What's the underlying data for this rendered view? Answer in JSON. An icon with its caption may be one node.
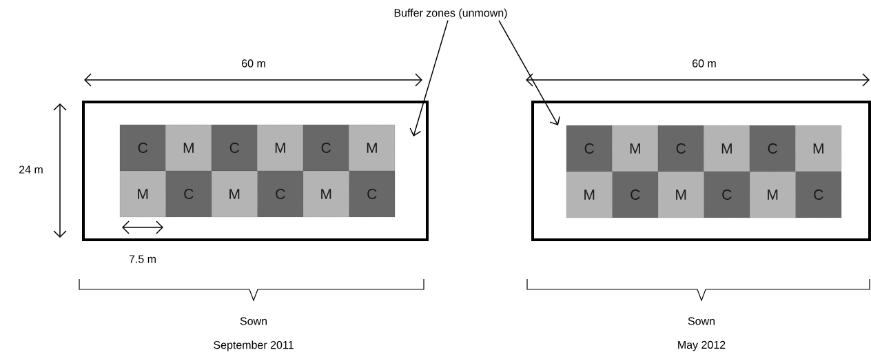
{
  "diagram": {
    "nodes": [
      {
        "text": [
          "Buffer zones (unmown)"
        ]
      },
      {
        "text": [],
        "shape": "box"
      },
      {
        "text": [
          "C"
        ],
        "in": 1
      },
      {
        "text": [
          "M"
        ],
        "in": 1
      },
      {
        "text": [
          "C"
        ],
        "in": 1
      },
      {
        "text": [
          "M"
        ],
        "in": 1
      },
      {
        "text": [
          "C"
        ],
        "in": 1
      },
      {
        "text": [
          "M"
        ],
        "in": 1
      },
      {
        "text": [
          "M"
        ],
        "in": 1
      },
      {
        "text": [
          "C"
        ],
        "in": 1
      },
      {
        "text": [
          "M"
        ],
        "in": 1
      },
      {
        "text": [
          "C"
        ],
        "in": 1
      },
      {
        "text": [
          "M"
        ],
        "in": 1
      },
      {
        "text": [
          "C"
        ],
        "in": 1
      },
      {
        "text": [],
        "shape": "box"
      },
      {
        "text": [
          "C"
        ],
        "in": 14
      },
      {
        "text": [
          "M"
        ],
        "in": 14
      },
      {
        "text": [
          "C"
        ],
        "in": 14
      },
      {
        "text": [
          "M"
        ],
        "in": 14
      },
      {
        "text": [
          "C"
        ],
        "in": 14
      },
      {
        "text": [
          "M"
        ],
        "in": 14
      },
      {
        "text": [
          "M"
        ],
        "in": 14
      },
      {
        "text": [
          "C"
        ],
        "in": 14
      },
      {
        "text": [
          "M"
        ],
        "in": 14
      },
      {
        "text": [
          "C"
        ],
        "in": 14
      },
      {
        "text": [
          "M"
        ],
        "in": 14
      },
      {
        "text": [
          "C"
        ],
        "in": 14
      }
    ],
    "edges": [
      {
        "from": 0,
        "to": 1,
        "arrow": "to"
      },
      {
        "from": 0,
        "to": 14,
        "arrow": "to"
      }
    ],
    "labels": [
      "60 m",
      "60 m",
      "24 m",
      "7.5 m",
      "Sown",
      "September 2011",
      "Sown",
      "May 2012"
    ]
  }
}
